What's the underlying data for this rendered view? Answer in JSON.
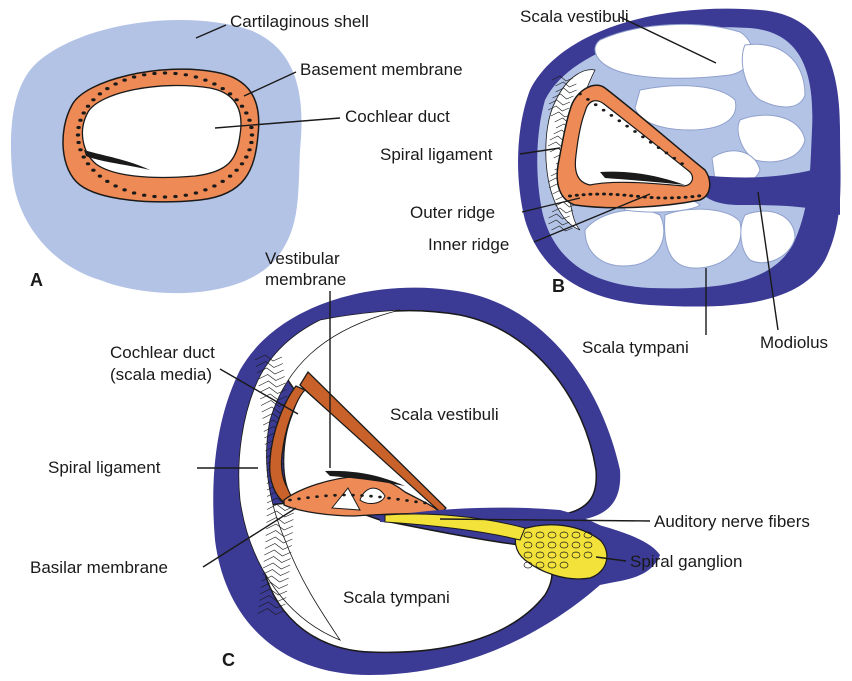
{
  "colors": {
    "cartilage": "#b3c3e6",
    "bone": "#3b3a94",
    "epithelium": "#ee8a56",
    "epithelium_dark": "#c9622e",
    "ganglion": "#f2e23a",
    "outline": "#1a1a1a"
  },
  "panel_a": {
    "letter": "A",
    "labels": {
      "cartilaginous_shell": "Cartilaginous shell",
      "basement_membrane": "Basement membrane",
      "cochlear_duct": "Cochlear duct"
    }
  },
  "panel_b": {
    "letter": "B",
    "labels": {
      "scala_vestibuli": "Scala vestibuli",
      "spiral_ligament": "Spiral ligament",
      "outer_ridge": "Outer ridge",
      "inner_ridge": "Inner ridge",
      "scala_tympani": "Scala tympani",
      "modiolus": "Modiolus"
    }
  },
  "panel_c": {
    "letter": "C",
    "labels": {
      "vestibular_membrane_1": "Vestibular",
      "vestibular_membrane_2": "membrane",
      "cochlear_duct_1": "Cochlear duct",
      "cochlear_duct_2": "(scala media)",
      "scala_vestibuli": "Scala vestibuli",
      "spiral_ligament": "Spiral ligament",
      "auditory_nerve_fibers": "Auditory nerve fibers",
      "spiral_ganglion": "Spiral ganglion",
      "basilar_membrane": "Basilar membrane",
      "scala_tympani": "Scala tympani"
    }
  }
}
